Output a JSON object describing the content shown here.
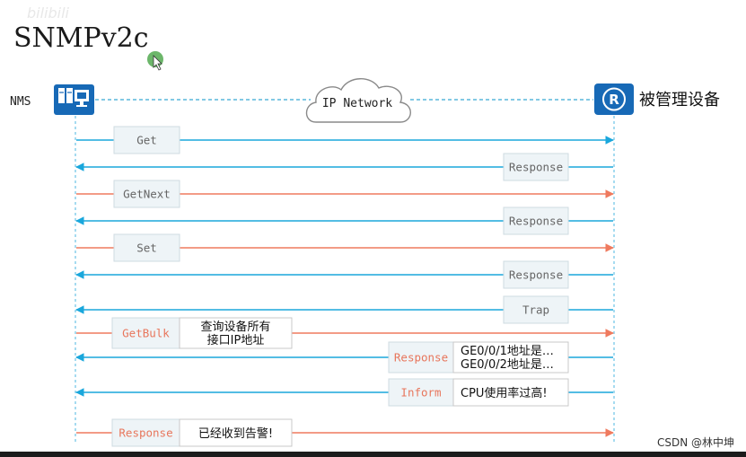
{
  "watermark": "bilibili",
  "title": "SNMPv2c",
  "nms_label": "NMS",
  "cloud_label": "IP Network",
  "device_label": "被管理设备",
  "footer": "CSDN @林中坤",
  "colors": {
    "blue": "#1aa7dc",
    "red": "#ef7a5e",
    "icon": "#1769b6"
  },
  "messages": [
    {
      "label": "Get",
      "direction": "to_device",
      "color": "blue"
    },
    {
      "label": "Response",
      "direction": "to_nms",
      "color": "blue"
    },
    {
      "label": "GetNext",
      "direction": "to_device",
      "color": "red"
    },
    {
      "label": "Response",
      "direction": "to_nms",
      "color": "blue"
    },
    {
      "label": "Set",
      "direction": "to_device",
      "color": "red"
    },
    {
      "label": "Response",
      "direction": "to_nms",
      "color": "blue"
    },
    {
      "label": "Trap",
      "direction": "to_nms",
      "color": "blue"
    },
    {
      "label": "GetBulk",
      "direction": "to_device",
      "color": "red",
      "note": [
        "查询设备所有",
        "接口IP地址"
      ]
    },
    {
      "label": "Response",
      "direction": "to_nms",
      "color": "blue",
      "note": [
        "GE0/0/1地址是…",
        "GE0/0/2地址是…"
      ]
    },
    {
      "label": "Inform",
      "direction": "to_nms",
      "color": "blue",
      "note": [
        "CPU使用率过高!"
      ]
    },
    {
      "label": "Response",
      "direction": "to_device",
      "color": "red",
      "note": [
        "已经收到告警!"
      ]
    }
  ]
}
